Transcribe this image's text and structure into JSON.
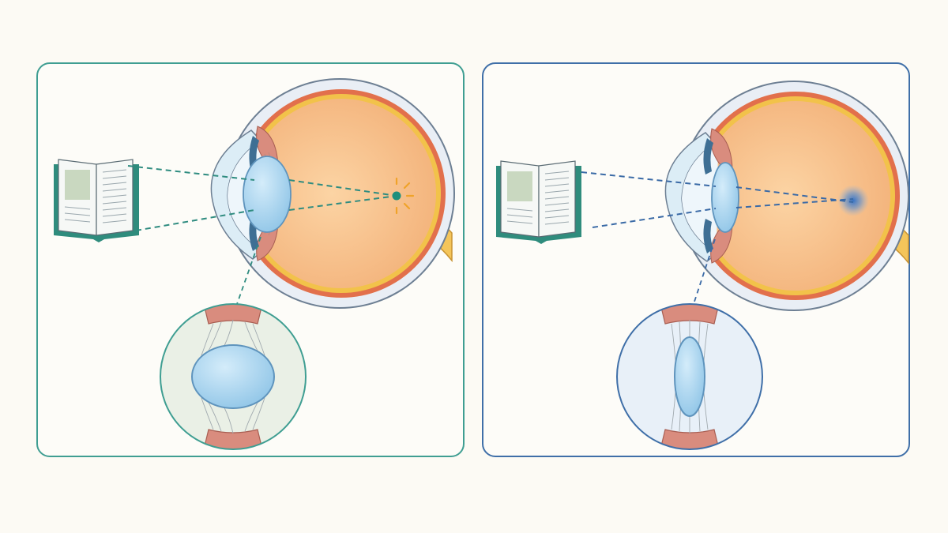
{
  "title": "",
  "panels": [
    {
      "id": "accommodated",
      "border_color": "#3f9e92",
      "lens_state": "thick",
      "focus": "on-retina",
      "focus_color": "#1f8f7c",
      "ray_color": "#2f8c80",
      "sparkle_color": "#f0a32a",
      "inset_bg": "#eaf0e6"
    },
    {
      "id": "presbyopic",
      "border_color": "#3f6fa8",
      "lens_state": "thin",
      "focus": "blurred-behind-retina",
      "focus_color": "#3b7fd0",
      "ray_color": "#3a6aa6",
      "sparkle_color": "",
      "inset_bg": "#e8f0f8"
    }
  ],
  "colors": {
    "background": "#fcfaf4",
    "sclera": "#e9eef5",
    "choroid": "#e2704c",
    "retina": "#f2c24a",
    "vitreous": "#f8c592",
    "lens": "#a9d5ef",
    "cornea": "#dcedf6",
    "ciliary": "#d98c7e",
    "iris": "#3e6f94",
    "book_cover": "#2f8c7d",
    "book_page": "#f6f8f6",
    "book_picture": "#c9d8c0",
    "optic_nerve": "#f4c55a"
  },
  "icons": [
    "open-book-icon",
    "eye-cross-section-icon",
    "lens-zoom-inset-icon"
  ]
}
